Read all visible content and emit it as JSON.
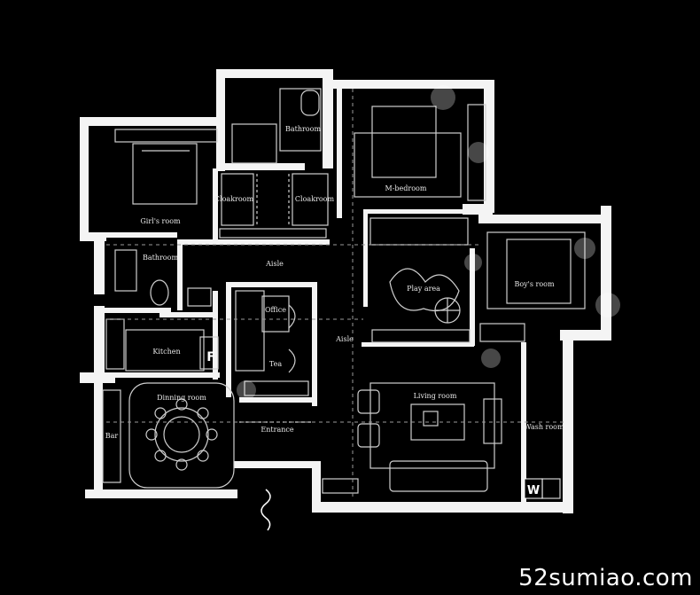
{
  "rooms": {
    "girls_room": "Girl's room",
    "bathroom_top": "Bathroom",
    "m_bedroom": "M-bedroom",
    "cloakroom_left": "Cloakroom",
    "cloakroom_right": "Cloakroom",
    "bathroom_left": "Bathroom",
    "aisle_horizontal": "Aisle",
    "aisle_vertical": "Aisle",
    "play_area": "Play area",
    "boys_room": "Boy's room",
    "office": "Office",
    "tea": "Tea",
    "kitchen": "Kitchen",
    "dinning_room": "Dinning room",
    "bar": "Bar",
    "entrance": "Entrance",
    "living_room": "Living room",
    "wash_room": "Wash room"
  },
  "markers": {
    "fridge": "F",
    "washer": "W"
  },
  "watermark": "52sumiao.com"
}
